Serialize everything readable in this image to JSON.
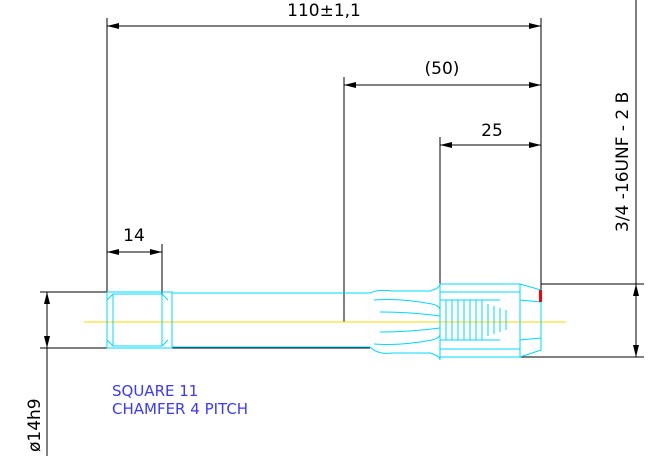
{
  "dimensions": {
    "overall_length": "110±1,1",
    "thread_length": "(50)",
    "short_length": "25",
    "square_length": "14",
    "shank_diameter": "ø14h9",
    "thread_spec": "3/4 -16UNF - 2 B"
  },
  "notes": {
    "line1": "SQUARE 11",
    "line2": "CHAMFER 4 PITCH"
  },
  "colors": {
    "dimension": "#000000",
    "part_outline": "#00d8ff",
    "notes": "#3a3aff",
    "center_line": "#ffd400",
    "marker": "#ff0000"
  }
}
